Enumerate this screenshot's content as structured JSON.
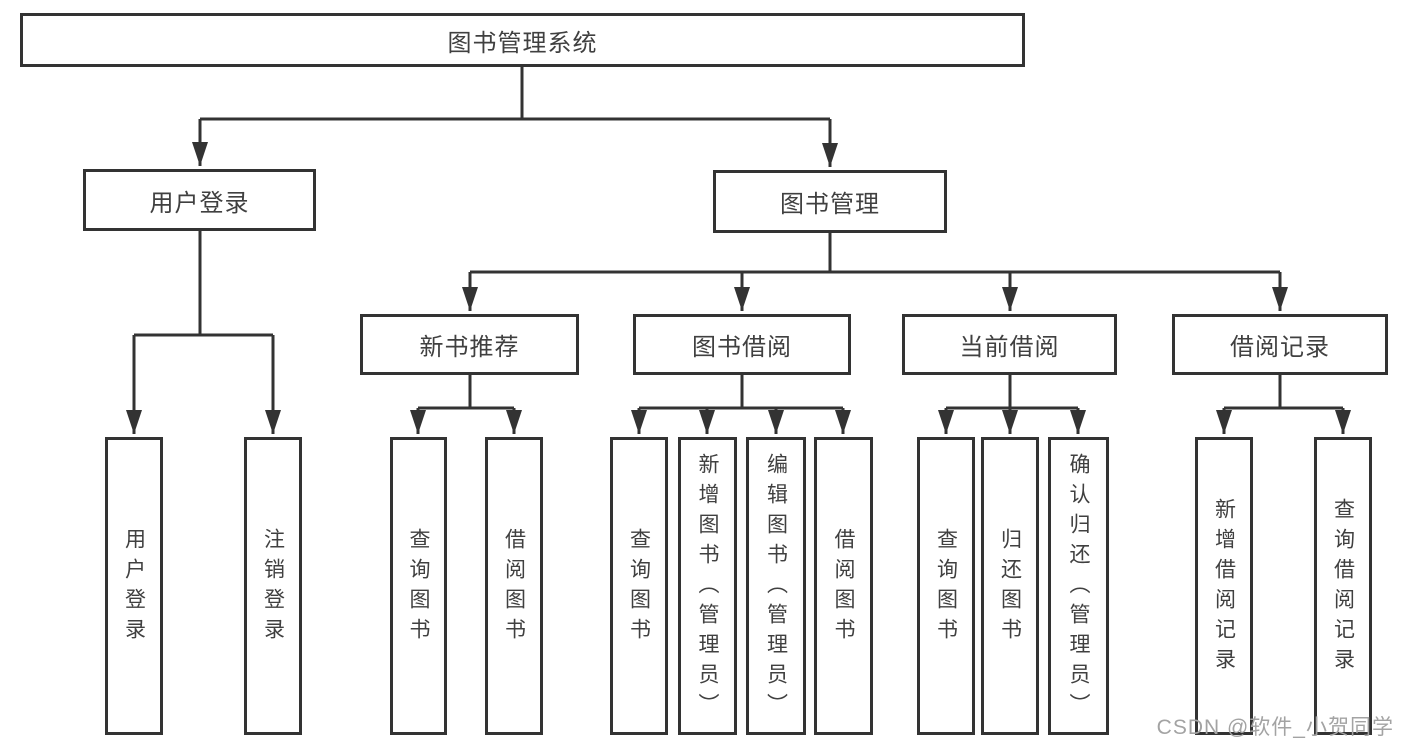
{
  "tree": {
    "root": {
      "label": "图书管理系统"
    },
    "branches": [
      {
        "label": "用户登录",
        "leaves": [
          {
            "label": "用户登录"
          },
          {
            "label": "注销登录"
          }
        ]
      },
      {
        "label": "图书管理",
        "groups": [
          {
            "label": "新书推荐",
            "leaves": [
              {
                "label": "查询图书"
              },
              {
                "label": "借阅图书"
              }
            ]
          },
          {
            "label": "图书借阅",
            "leaves": [
              {
                "label": "查询图书"
              },
              {
                "label": "新增图书（管理员）"
              },
              {
                "label": "编辑图书（管理员）"
              },
              {
                "label": "借阅图书"
              }
            ]
          },
          {
            "label": "当前借阅",
            "leaves": [
              {
                "label": "查询图书"
              },
              {
                "label": "归还图书"
              },
              {
                "label": "确认归还（管理员）"
              }
            ]
          },
          {
            "label": "借阅记录",
            "leaves": [
              {
                "label": "新增借阅记录"
              },
              {
                "label": "查询借阅记录"
              }
            ]
          }
        ]
      }
    ]
  },
  "watermark": {
    "text": "CSDN @软件_小贺同学"
  },
  "colors": {
    "line": "#333333",
    "box_border": "#333333",
    "text": "#404040",
    "background": "#ffffff",
    "watermark": "#a3a3a3"
  }
}
